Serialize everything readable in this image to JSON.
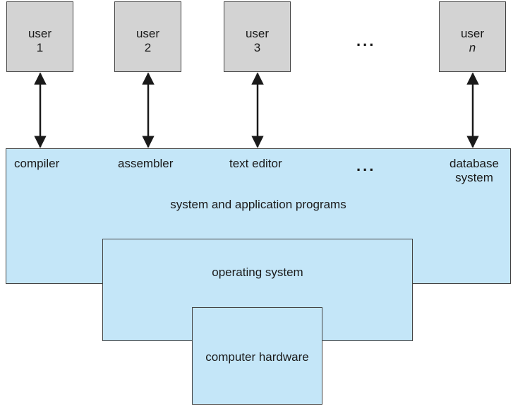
{
  "users": [
    {
      "label": "user",
      "number": "1"
    },
    {
      "label": "user",
      "number": "2"
    },
    {
      "label": "user",
      "number": "3"
    },
    {
      "label": "user",
      "number": "n"
    }
  ],
  "users_ellipsis": "...",
  "programs": {
    "items": [
      "compiler",
      "assembler",
      "text editor",
      "...",
      "database system"
    ],
    "database_line1": "database",
    "database_line2": "system",
    "layer_label": "system and application programs"
  },
  "os_label": "operating system",
  "hardware_label": "computer hardware",
  "colors": {
    "user_box": "#d3d3d3",
    "layer_fill": "#c4e6f8",
    "outline": "#444444"
  }
}
